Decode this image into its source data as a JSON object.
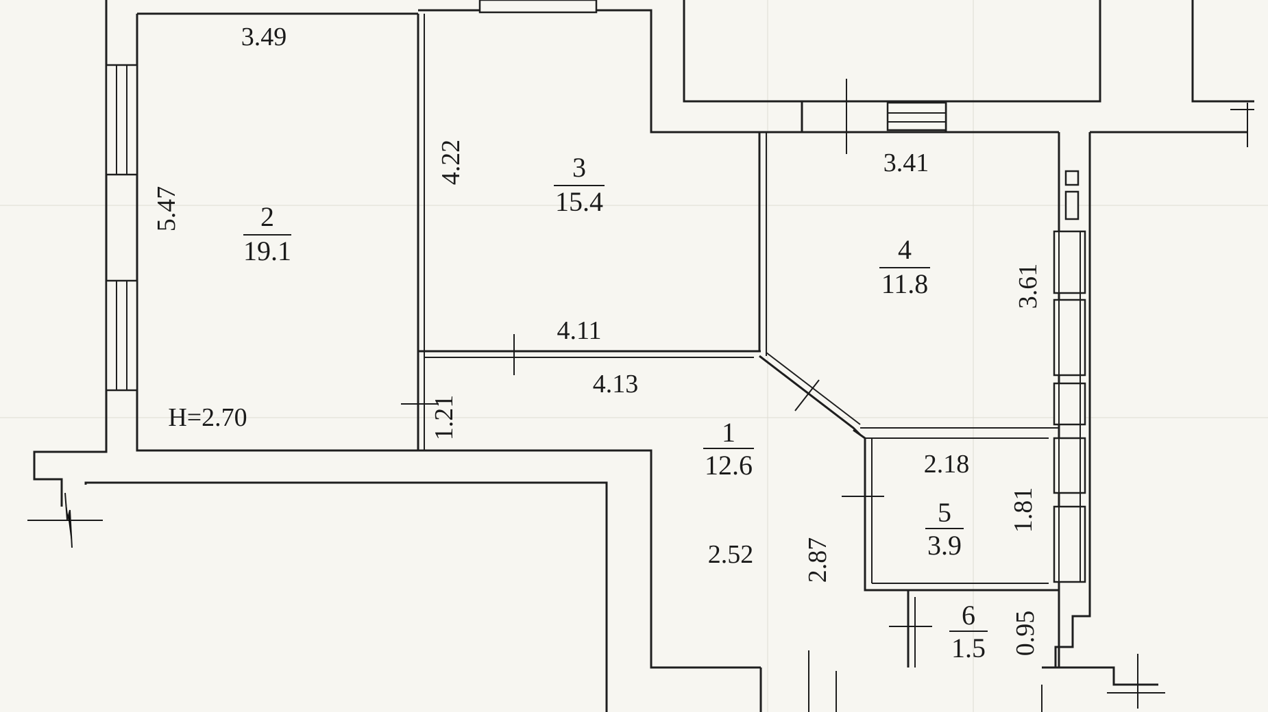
{
  "plan": {
    "ceiling_height": "H=2.70",
    "rooms": [
      {
        "number": "1",
        "area": "12.6"
      },
      {
        "number": "2",
        "area": "19.1"
      },
      {
        "number": "3",
        "area": "15.4"
      },
      {
        "number": "4",
        "area": "11.8"
      },
      {
        "number": "5",
        "area": "3.9"
      },
      {
        "number": "6",
        "area": "1.5"
      }
    ],
    "dimensions": {
      "room2_width": "3.49",
      "room2_length": "5.47",
      "room3_length": "4.22",
      "room3_width": "4.11",
      "room4_width": "3.41",
      "room4_length": "3.61",
      "hall_width": "4.13",
      "hall_recess": "1.21",
      "hall_depth": "2.52",
      "hall_length": "2.87",
      "room5_width": "2.18",
      "room5_length": "1.81",
      "room6_length": "0.95"
    }
  }
}
